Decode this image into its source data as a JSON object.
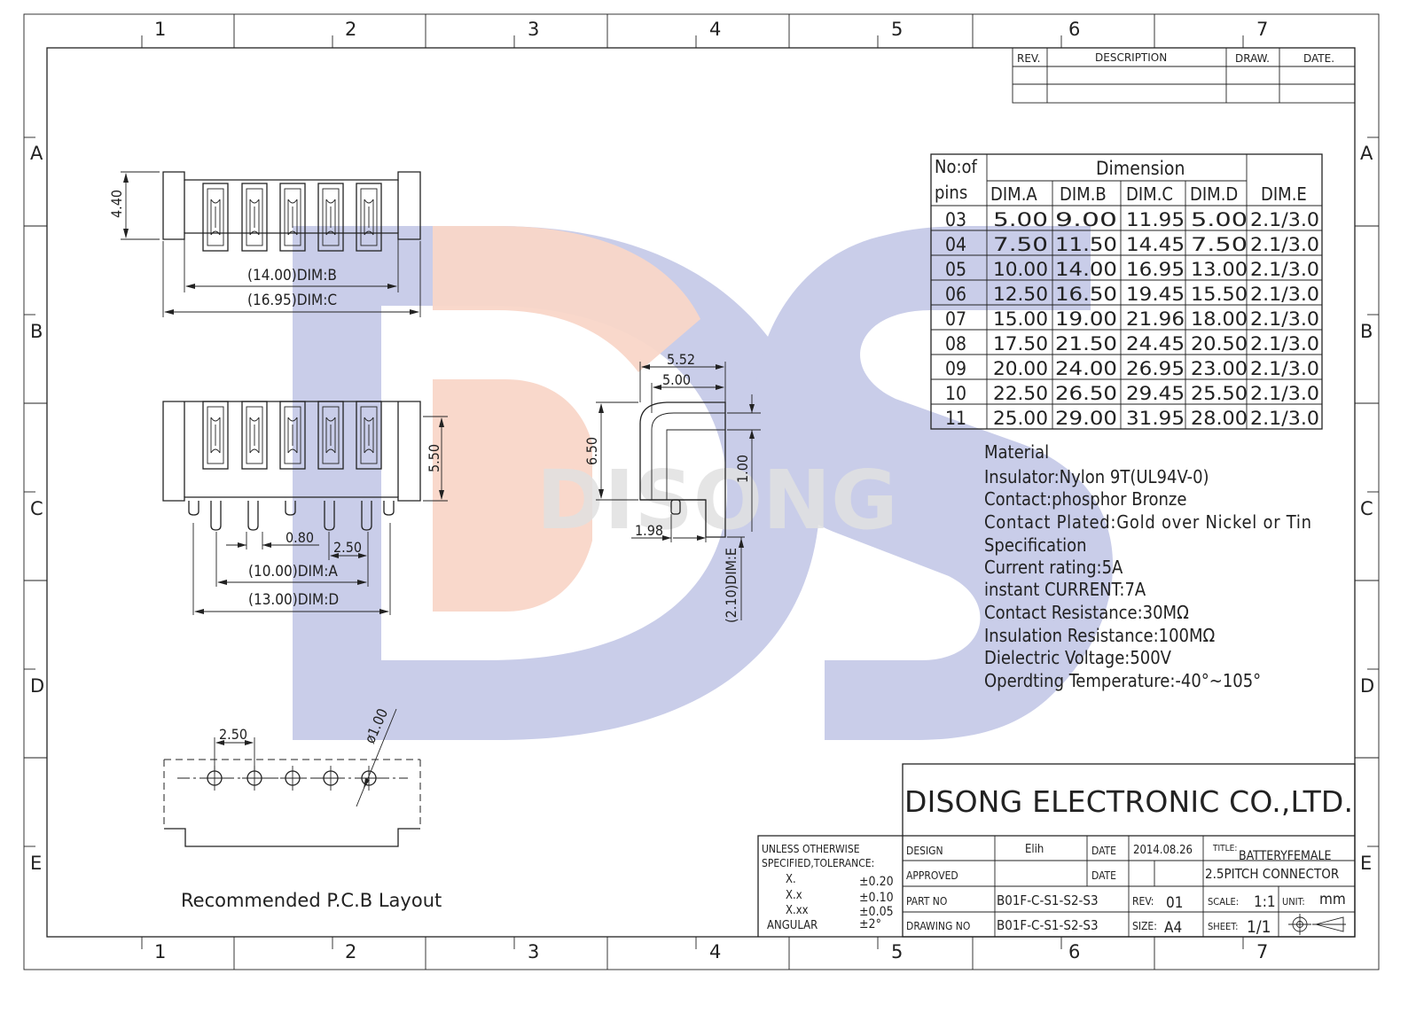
{
  "zones": {
    "columns": [
      "1",
      "2",
      "3",
      "4",
      "5",
      "6",
      "7"
    ],
    "rows": [
      "A",
      "B",
      "C",
      "D",
      "E"
    ]
  },
  "revision_block": {
    "headers": [
      "REV.",
      "DESCRIPTION",
      "DRAW.",
      "DATE."
    ]
  },
  "watermark": {
    "text": "DISONG",
    "colors": {
      "blue": "#c9cde9",
      "salmon": "#f9d6c8",
      "grey": "#e3e3e3"
    }
  },
  "top_view": {
    "dim_height": "4.40",
    "dim_b": "(14.00)DIM:B",
    "dim_c": "(16.95)DIM:C"
  },
  "front_view": {
    "dim_height": "5.50",
    "dim_pin": "0.80",
    "dim_pitch": "2.50",
    "dim_a": "(10.00)DIM:A",
    "dim_d": "(13.00)DIM:D"
  },
  "side_view": {
    "dim_552": "5.52",
    "dim_500": "5.00",
    "dim_650": "6.50",
    "dim_100": "1.00",
    "dim_198": "1.98",
    "dim_e": "(2.10)DIM:E"
  },
  "pcb_layout": {
    "dim_pitch": "2.50",
    "dim_hole": "ø1.00",
    "caption": "Recommended P.C.B Layout"
  },
  "dimension_table": {
    "header_pins": [
      "No:of",
      "pins"
    ],
    "header_group": "Dimension",
    "columns": [
      "DIM.A",
      "DIM.B",
      "DIM.C",
      "DIM.D",
      "DIM.E"
    ],
    "rows": [
      [
        "03",
        "5.00",
        "9.00",
        "11.95",
        "5.00",
        "2.1/3.0"
      ],
      [
        "04",
        "7.50",
        "11.50",
        "14.45",
        "7.50",
        "2.1/3.0"
      ],
      [
        "05",
        "10.00",
        "14.00",
        "16.95",
        "13.00",
        "2.1/3.0"
      ],
      [
        "06",
        "12.50",
        "16.50",
        "19.45",
        "15.50",
        "2.1/3.0"
      ],
      [
        "07",
        "15.00",
        "19.00",
        "21.96",
        "18.00",
        "2.1/3.0"
      ],
      [
        "08",
        "17.50",
        "21.50",
        "24.45",
        "20.50",
        "2.1/3.0"
      ],
      [
        "09",
        "20.00",
        "24.00",
        "26.95",
        "23.00",
        "2.1/3.0"
      ],
      [
        "10",
        "22.50",
        "26.50",
        "29.45",
        "25.50",
        "2.1/3.0"
      ],
      [
        "11",
        "25.00",
        "29.00",
        "31.95",
        "28.00",
        "2.1/3.0"
      ]
    ]
  },
  "spec_notes": [
    "Material",
    "Insulator:Nylon 9T(UL94V-0)",
    "Contact:phosphor Bronze",
    "Contact Plated:Gold over Nickel or Tin",
    "Specification",
    "Current rating:5A",
    "instant CURRENT:7A",
    "Contact Resistance:30MΩ",
    "Insulation Resistance:100MΩ",
    "Dielectric Voltage:500V",
    "Operdting Temperature:-40°~105°"
  ],
  "tolerance": {
    "heading_1": "UNLESS OTHERWISE",
    "heading_2": "SPECIFIED,TOLERANCE:",
    "rows": [
      {
        "label": "X.",
        "value": "±0.20"
      },
      {
        "label": "X.x",
        "value": "±0.10"
      },
      {
        "label": "X.xx",
        "value": "±0.05"
      },
      {
        "label": "ANGULAR",
        "value": "±2°"
      }
    ]
  },
  "title_block": {
    "company": "DISONG ELECTRONIC CO.,LTD.",
    "design_label": "DESIGN",
    "design_value": "Elih",
    "date_label": "DATE",
    "date_value": "2014.08.26",
    "title_label": "TITLE:",
    "title_line1": "BATTERYFEMALE",
    "title_line2": "2.5PITCH CONNECTOR",
    "approved_label": "APPROVED",
    "date2_label": "DATE",
    "part_label": "PART NO",
    "part_value": "B01F-C-S1-S2-S3",
    "rev_label": "REV:",
    "rev_value": "01",
    "scale_label": "SCALE:",
    "scale_value": "1:1",
    "unit_label": "UNIT:",
    "unit_value": "mm",
    "drawing_label": "DRAWING NO",
    "drawing_value": "B01F-C-S1-S2-S3",
    "size_label": "SIZE:",
    "size_value": "A4",
    "sheet_label": "SHEET:",
    "sheet_value": "1/1"
  }
}
